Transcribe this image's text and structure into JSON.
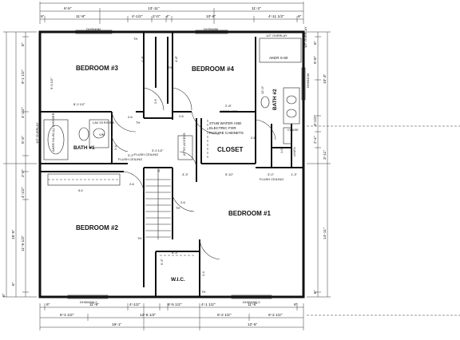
{
  "rooms": {
    "bedroom3": "BEDROOM #3",
    "bedroom4": "BEDROOM #4",
    "bedroom2": "BEDROOM #2",
    "bedroom1": "BEDROOM #1",
    "bath1": "BATH #1",
    "bath2": "BATH #2",
    "closet": "CLOSET",
    "wic": "W.I.C.",
    "attic": "ATTIC ACCESS",
    "linen": "LINEN",
    "chase": "CHASE"
  },
  "notes": {
    "stub_water_1": "STUB WATER AND",
    "stub_water_2": "ELECTRIC FOR",
    "stub_water_3": "FUTURE CABINETS",
    "drop_hdr": "DROP HDR",
    "flush_ceiling_1": "FLUSH CEILING",
    "flush_ceiling_2": "FLUSH CEILING",
    "flush_ceiling_3": "FLUSH CEILING",
    "overlay_1": "1/2\" OVERLAY",
    "overlay_2": "1/2\" OVERLAY",
    "overlay_3": "1/2\" OVERLAY",
    "aker": "AKER S-60",
    "shower": "AKER CA-60 (L) SHOWER",
    "vin": "VIN",
    "window_b3": "DH3046M",
    "window_b4": "DH3046M",
    "window_bath2": "DH3042M",
    "window_b2": "DH3046M-2",
    "window_b1": "DH3046M-2",
    "tag_1": "TH",
    "tag_2": "TH",
    "tag_3": "TH",
    "tag_4": "TH",
    "tag_5": "TH",
    "tag_6": "TH",
    "lav": "LAV 20 R/SINK"
  },
  "dims_top": {
    "overall_left": "6'-5\"",
    "overall_mid": "13'-11\"",
    "overall_right": "11'-2\"",
    "d1": "6\"",
    "d2": "11'-8\"",
    "d3": "4'-1/2\"",
    "d4": "2'-0\"",
    "d5": "4\"",
    "d6": "10'-6\"",
    "d7": "4'-11 1/2\"",
    "d8": "6\""
  },
  "dims_bottom": {
    "b1": "6\"",
    "b2": "11'-8\"",
    "b3": "4'-1/2\"",
    "b4": "6'-5 1/2\"",
    "b5": "4'-1 1/2\"",
    "b6": "11'-5\"",
    "b7": "6\"",
    "c1": "6'-4 1/2\"",
    "c2": "12'-8 1/2\"",
    "c3": "6'-2 1/2\"",
    "c4": "6'-2 1/2\"",
    "e1": "19'-1\"",
    "e2": "12'-5\""
  },
  "dims_left": {
    "l1": "6\"",
    "l2": "9'-1 1/2\"",
    "l3": "4'-1/2\"",
    "l4": "5'-3\"",
    "l5": "2'-0\"",
    "l6": "4'-1/2\"",
    "l7": "11'-9 1/2\"",
    "l8": "15'-5\"",
    "l9": "6\"",
    "l10": "6\""
  },
  "dims_right": {
    "r1": "6\"",
    "r2": "5'-8\"",
    "r3": "10'-3\"",
    "r4": "3'-1/2\"",
    "r5": "2'-4\"",
    "r6": "3'-11\"",
    "r7": "14'-11\"",
    "r8": "6\""
  },
  "dims_inner": {
    "i1": "9'-9 1/2\"",
    "i2": "8'-2 1/2\"",
    "i3": "2-6",
    "i4": "2-4",
    "i5": "4'-8\"",
    "i6": "4'-8\"",
    "i7": "2'-8\"",
    "i8": "12'-0\"",
    "i9": "2-6",
    "i10": "2-6",
    "i11": "3'-2\"",
    "i12": "3'-0 1/2\"",
    "i13": "5'-10\"",
    "i14": "3'-0\"",
    "i15": "1'-3\"",
    "i16": "5-0",
    "i17": "6'-3\"",
    "i18": "5'-5\"",
    "i19": "2-4",
    "i20": "2-6",
    "i21": "2-6",
    "i22": "1-6",
    "i23": "2-6",
    "i24": "3'-3\"",
    "i25": "16\""
  }
}
